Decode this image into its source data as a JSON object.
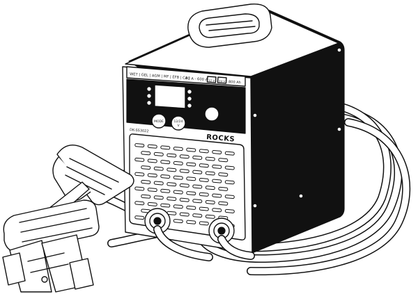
{
  "device": {
    "brand": "ROCKS",
    "model": "DK-SS3022",
    "battery_types": "WET | GEL | AGM | MF | EFB | CA |",
    "current_range": "80 A - 600 A",
    "voltage_12": "12 V",
    "voltage_24": "24 V",
    "capacity": "800 Ah",
    "mode_label": "MODE",
    "vsel_label": "12/24",
    "vsel_sub": "V"
  }
}
